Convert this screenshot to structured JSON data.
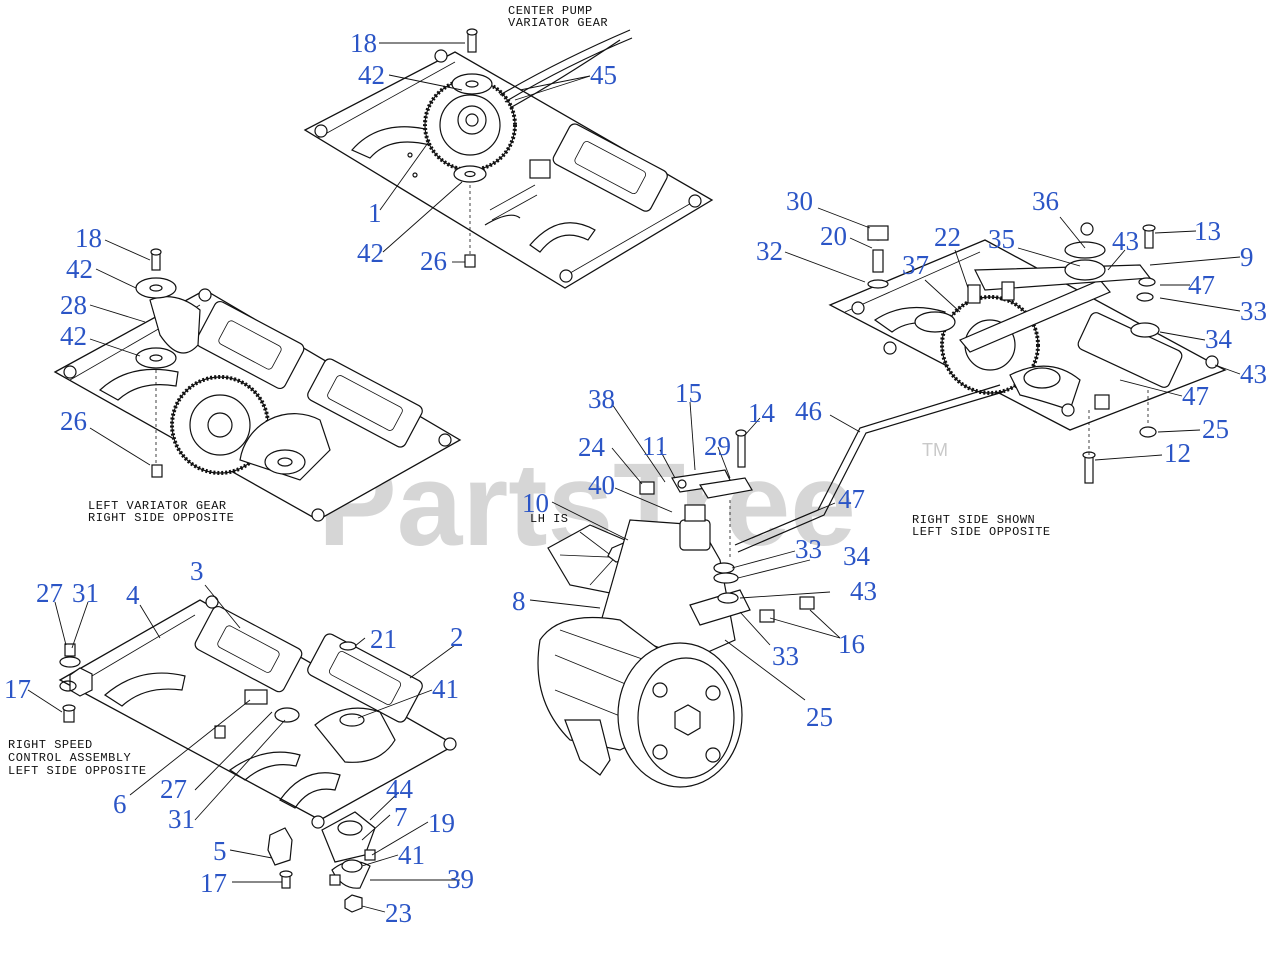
{
  "watermark": {
    "text": "PartsTree",
    "trademark": "TM"
  },
  "captions": {
    "center_pump_1": "CENTER PUMP",
    "center_pump_2": "VARIATOR GEAR",
    "left_variator_1": "LEFT VARIATOR GEAR",
    "left_variator_2": "RIGHT SIDE OPPOSITE",
    "right_side_1": "RIGHT SIDE SHOWN",
    "right_side_2": "LEFT SIDE OPPOSITE",
    "lh_is": "LH IS",
    "right_speed_1": "RIGHT SPEED",
    "right_speed_2": "CONTROL ASSEMBLY",
    "right_speed_3": "LEFT SIDE OPPOSITE"
  },
  "callouts": {
    "c18a": "18",
    "c42a": "42",
    "c45": "45",
    "c1": "1",
    "c42b": "42",
    "c26a": "26",
    "c18b": "18",
    "c42c": "42",
    "c28": "28",
    "c42d": "42",
    "c26b": "26",
    "c30": "30",
    "c20": "20",
    "c32": "32",
    "c37": "37",
    "c22": "22",
    "c35": "35",
    "c36": "36",
    "c43a": "43",
    "c13": "13",
    "c9": "9",
    "c47a": "47",
    "c33a": "33",
    "c34a": "34",
    "c43b": "43",
    "c47b": "47",
    "c25a": "25",
    "c12": "12",
    "c46": "46",
    "c38": "38",
    "c15": "15",
    "c14": "14",
    "c24": "24",
    "c11": "11",
    "c29": "29",
    "c40": "40",
    "c10": "10",
    "c47c": "47",
    "c33b": "33",
    "c34b": "34",
    "c43c": "43",
    "c8": "8",
    "c16": "16",
    "c33c": "33",
    "c25b": "25",
    "c27a": "27",
    "c31a": "31",
    "c4": "4",
    "c3": "3",
    "c21": "21",
    "c2": "2",
    "c17a": "17",
    "c41a": "41",
    "c6": "6",
    "c27b": "27",
    "c31b": "31",
    "c44": "44",
    "c7": "7",
    "c19": "19",
    "c41b": "41",
    "c5": "5",
    "c39": "39",
    "c17b": "17",
    "c23": "23"
  }
}
